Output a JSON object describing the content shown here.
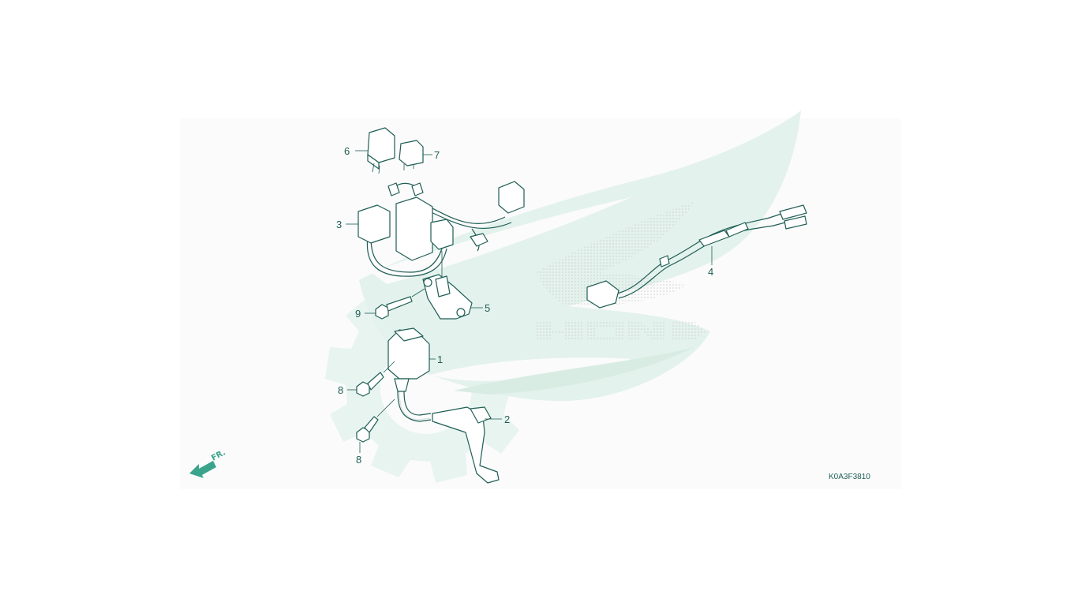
{
  "diagram": {
    "code": "K0A3F3810",
    "orientation_label": "FR.",
    "callouts": {
      "c1": "1",
      "c2": "2",
      "c3": "3",
      "c4": "4",
      "c5": "5",
      "c6": "6",
      "c7": "7",
      "c8a": "8",
      "c8b": "8",
      "c9": "9"
    }
  },
  "watermark": {
    "logo_text": "HONDA",
    "colors": {
      "wing": "#e3f2ec",
      "gear": "#e8f4ef",
      "dots": "#d3d3d3"
    }
  },
  "colors": {
    "line": "#1f5e55",
    "arrow": "#3aa38c"
  },
  "icons": [
    "wing-watermark",
    "gear-watermark",
    "front-arrow-icon"
  ]
}
